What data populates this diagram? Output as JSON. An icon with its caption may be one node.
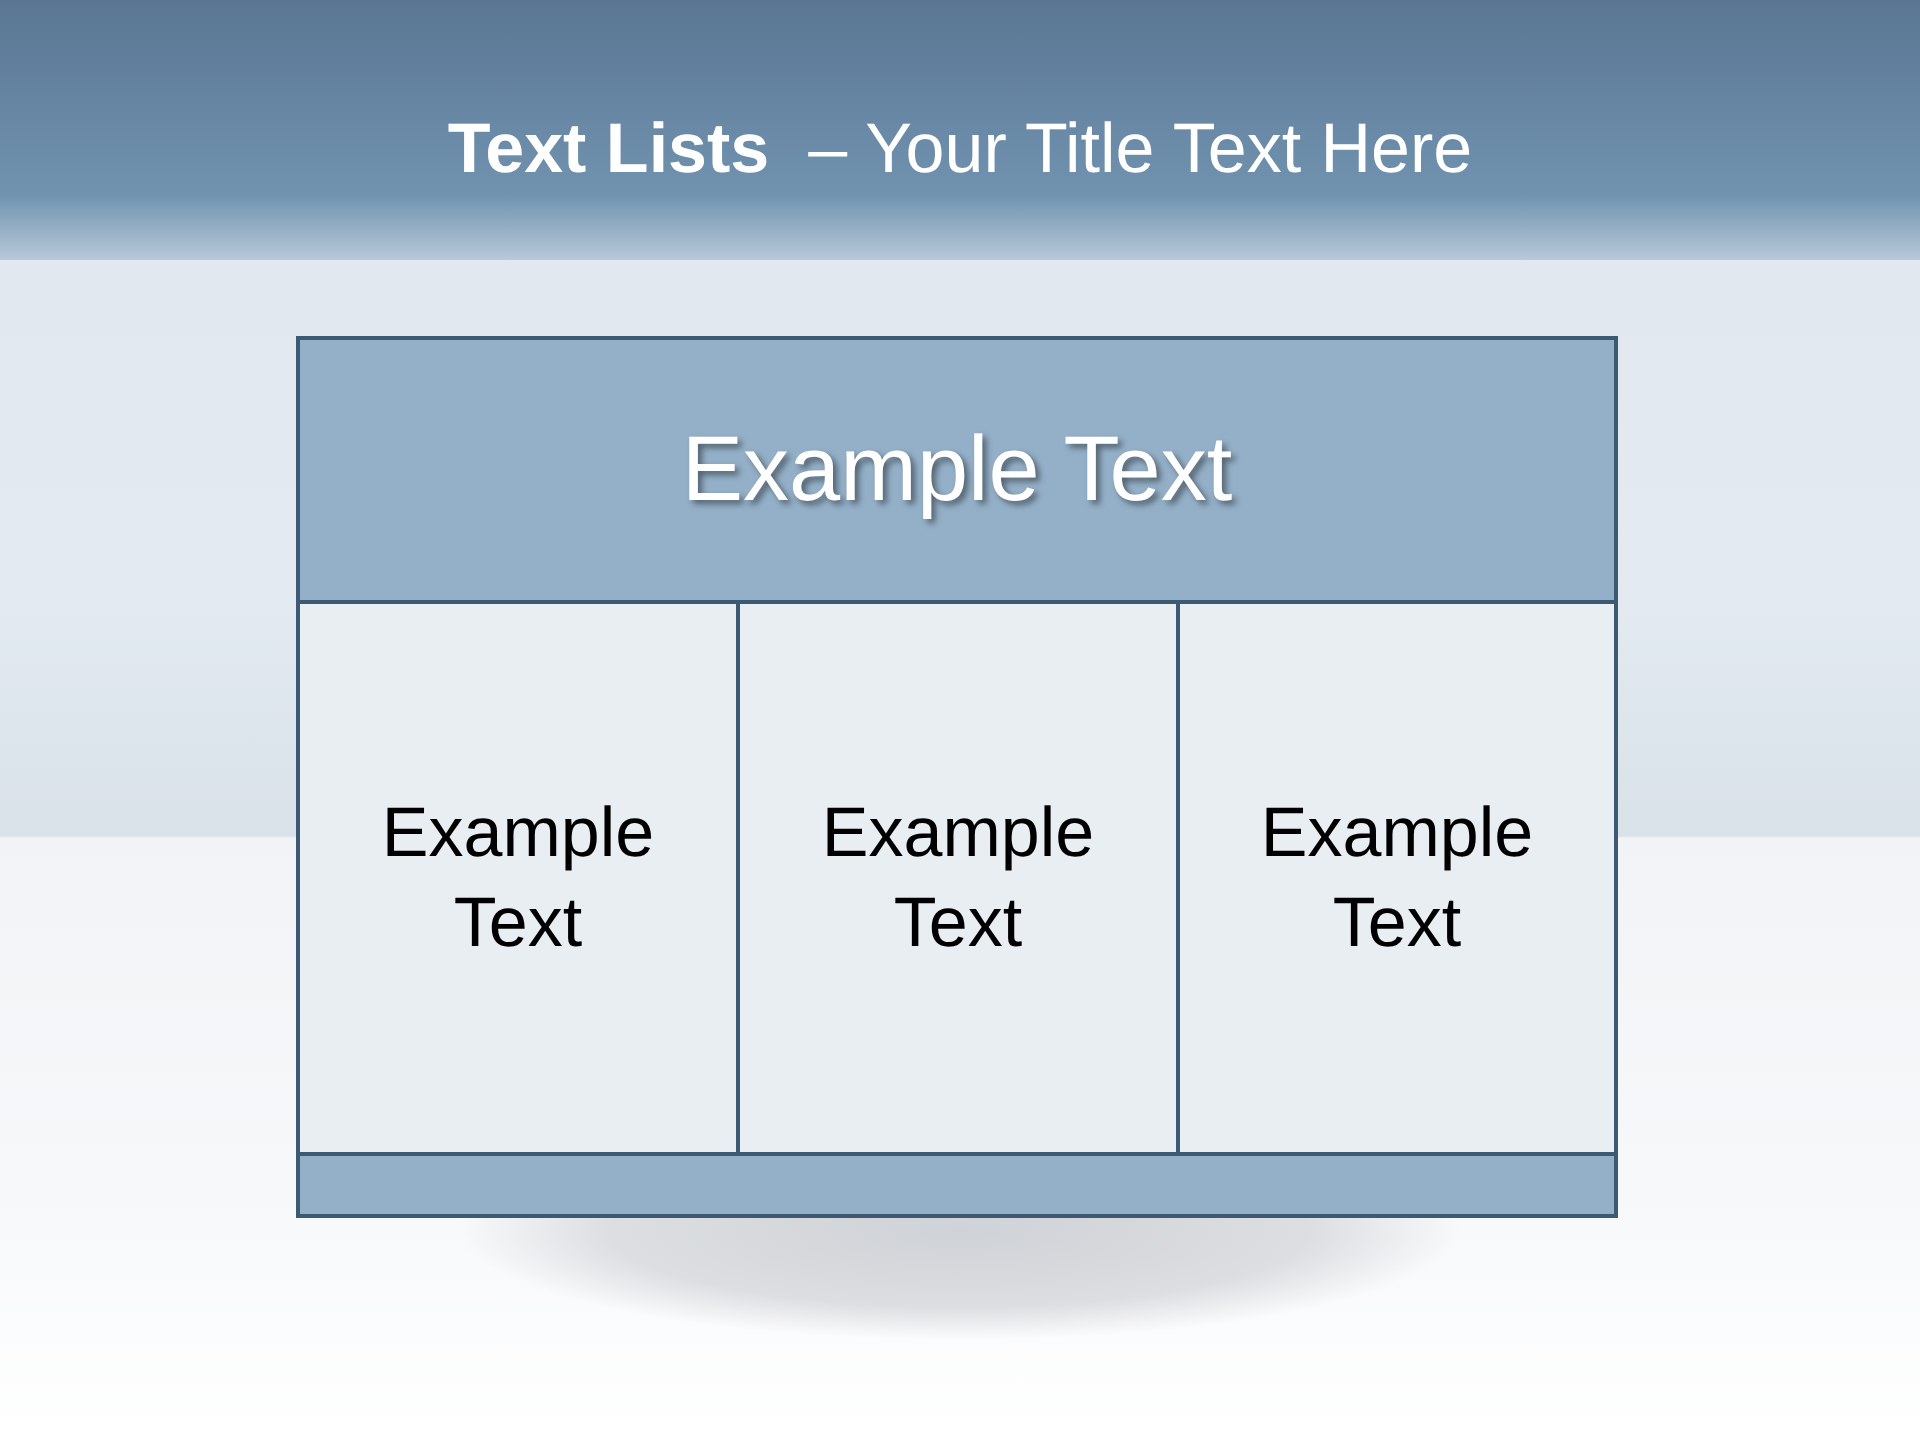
{
  "diagram": {
    "title": "**Text Lists**  – Your Title Text Here",
    "nodes": [
      {
        "text": [
          "Example Text"
        ]
      },
      {
        "text": [
          "Example Text"
        ]
      },
      {
        "text": [
          "Example Text"
        ]
      },
      {
        "text": [
          "Example Text"
        ]
      },
      {
        "text": [],
        "shape": "bar"
      }
    ]
  }
}
